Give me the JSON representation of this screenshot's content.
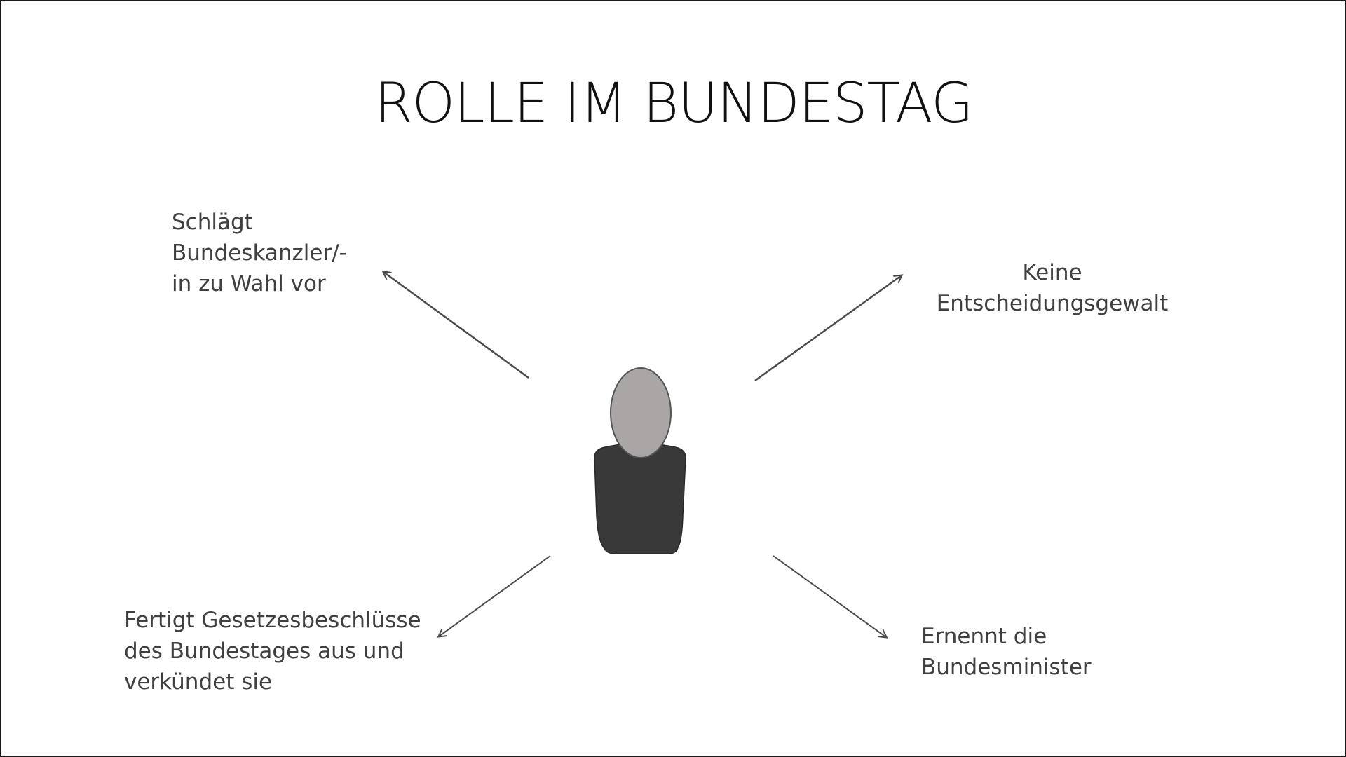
{
  "title": "ROLLE IM BUNDESTAG",
  "labels": {
    "top_left": "Schlägt\nBundeskanzler/-\nin zu Wahl vor",
    "top_right": "Keine\nEntscheidungsgewalt",
    "bottom_left": "Fertigt Gesetzesbeschlüsse\ndes Bundestages aus und\nverkündet sie",
    "bottom_right": "Ernennt die\nBundesminister"
  },
  "colors": {
    "person_head": "#aaa6a5",
    "person_body": "#3a3939",
    "arrow": "#4a4a4a",
    "text": "#404040"
  },
  "icons": {
    "center": "person-silhouette-icon"
  }
}
